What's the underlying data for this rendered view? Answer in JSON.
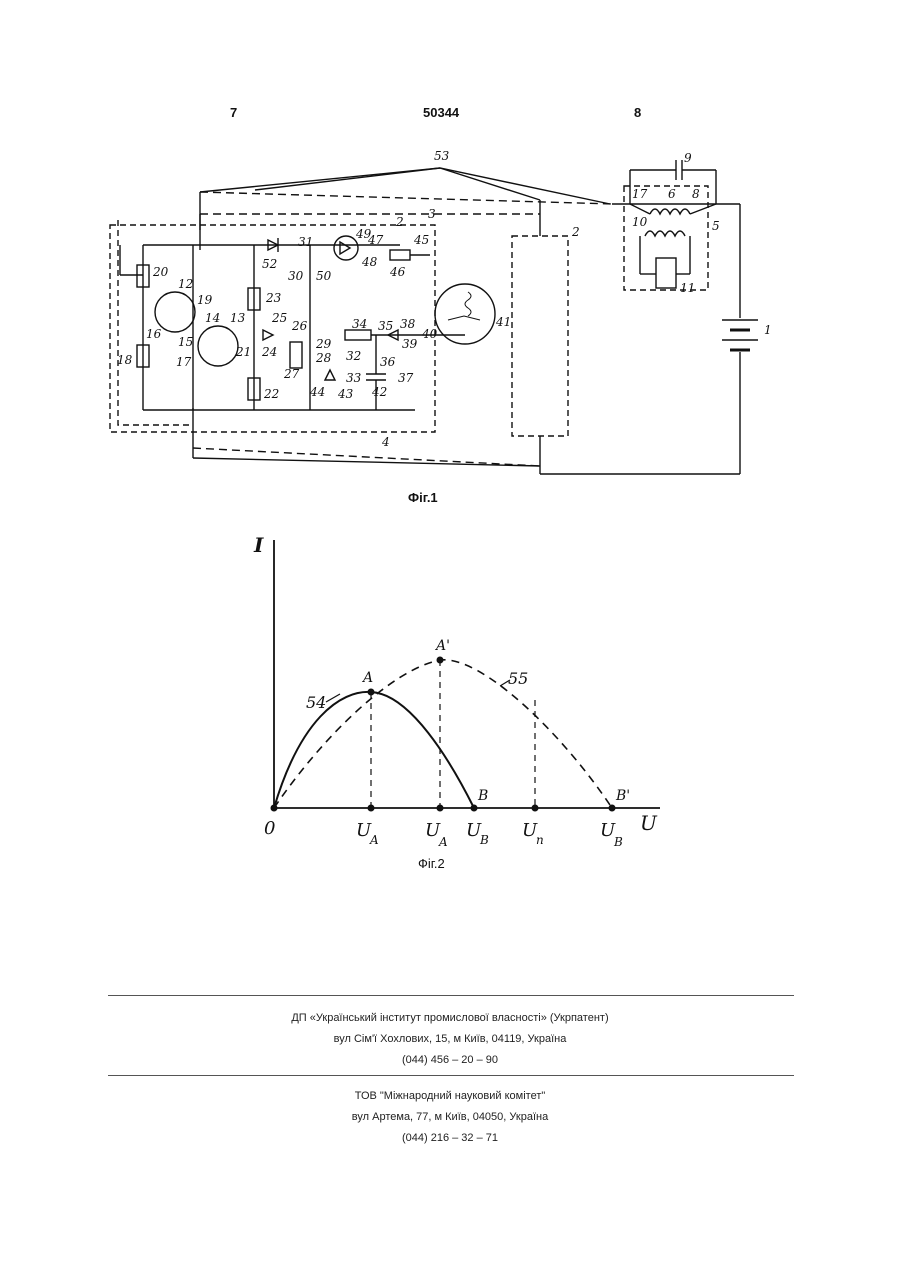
{
  "header": {
    "page_left": "7",
    "patent_number": "50344",
    "page_right": "8"
  },
  "figure1": {
    "caption": "Фіг.1",
    "labels": [
      "53",
      "9",
      "3",
      "2",
      "17",
      "6",
      "8",
      "10",
      "5",
      "11",
      "1",
      "20",
      "12",
      "19",
      "14",
      "13",
      "15",
      "16",
      "18",
      "17",
      "21",
      "23",
      "25",
      "26",
      "24",
      "29",
      "28",
      "27",
      "22",
      "44",
      "32",
      "33",
      "43",
      "34",
      "35",
      "38",
      "39",
      "36",
      "37",
      "42",
      "40",
      "41",
      "52",
      "30",
      "31",
      "50",
      "47",
      "48",
      "46",
      "45",
      "49",
      "4",
      "2"
    ]
  },
  "figure2": {
    "caption": "Фіг.2",
    "y_axis_label": "I",
    "x_axis_label": "U",
    "origin_label": "0",
    "curve_labels": [
      "54",
      "55"
    ],
    "point_labels": {
      "A": "A",
      "A_prime": "A'",
      "B": "B",
      "B_prime": "B'"
    },
    "x_tick_labels": {
      "UA": "U",
      "UA_sub": "A",
      "UA_prime": "U",
      "UA_prime_sub": "A",
      "UB": "U",
      "UB_sub": "B",
      "Un": "U",
      "Un_sub": "п",
      "UB_prime": "U",
      "UB_prime_sub": "B"
    }
  },
  "footer": {
    "block1": [
      "ДП «Український інститут промислової власності» (Укрпатент)",
      "вул  Сім'ї Хохлових, 15, м  Київ, 04119, Україна",
      "(044) 456 – 20 –  90"
    ],
    "block2": [
      "ТОВ \"Міжнародний науковий комітет\"",
      "вул  Артема, 77, м  Київ, 04050, Україна",
      "(044) 216 – 32 – 71"
    ]
  }
}
